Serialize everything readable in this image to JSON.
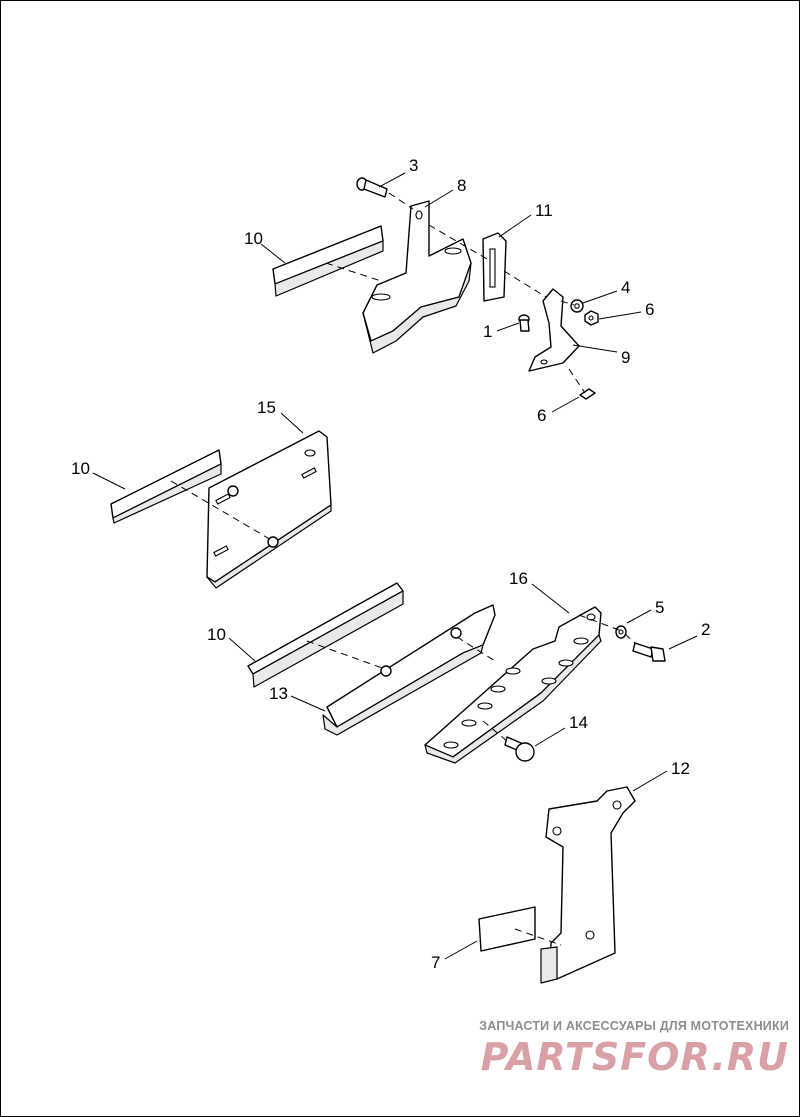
{
  "diagram": {
    "callouts": [
      {
        "id": "c3",
        "label": "3"
      },
      {
        "id": "c8",
        "label": "8"
      },
      {
        "id": "c10a",
        "label": "10"
      },
      {
        "id": "c11",
        "label": "11"
      },
      {
        "id": "c4",
        "label": "4"
      },
      {
        "id": "c6a",
        "label": "6"
      },
      {
        "id": "c1",
        "label": "1"
      },
      {
        "id": "c9",
        "label": "9"
      },
      {
        "id": "c6b",
        "label": "6"
      },
      {
        "id": "c15",
        "label": "15"
      },
      {
        "id": "c10b",
        "label": "10"
      },
      {
        "id": "c16",
        "label": "16"
      },
      {
        "id": "c5",
        "label": "5"
      },
      {
        "id": "c2",
        "label": "2"
      },
      {
        "id": "c10c",
        "label": "10"
      },
      {
        "id": "c13",
        "label": "13"
      },
      {
        "id": "c14",
        "label": "14"
      },
      {
        "id": "c12",
        "label": "12"
      },
      {
        "id": "c7",
        "label": "7"
      }
    ]
  },
  "watermark": {
    "tagline": "ЗАПЧАСТИ И АКСЕССУАРЫ ДЛЯ МОТОТЕХНИКИ",
    "logo": "PARTSFOR.RU"
  }
}
